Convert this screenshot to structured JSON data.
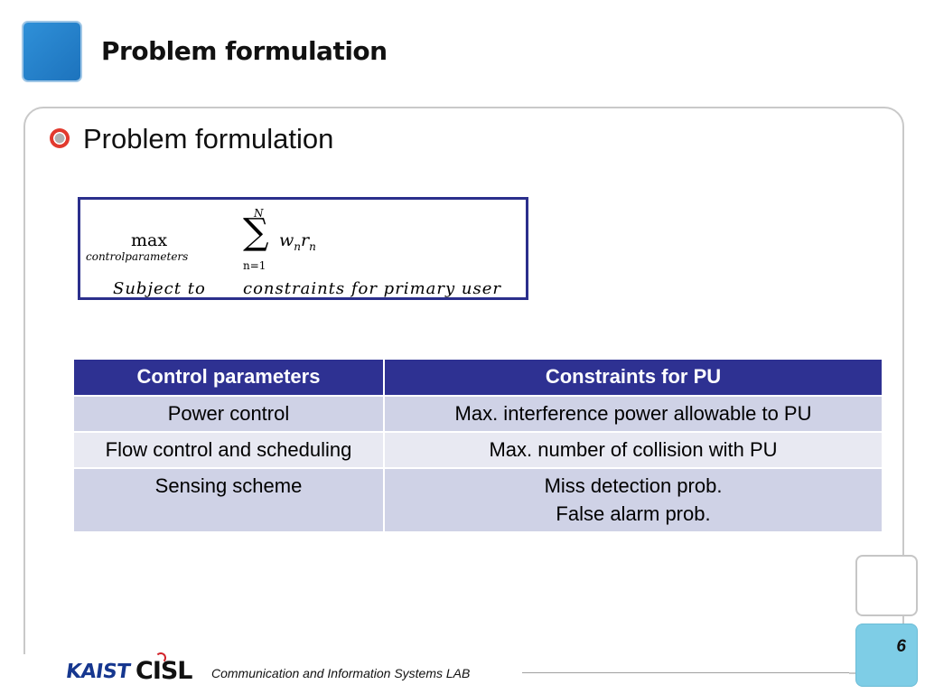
{
  "header": {
    "title": "Problem formulation"
  },
  "bullet": {
    "text": "Problem formulation"
  },
  "formula": {
    "max_label": "max",
    "max_subscript": "controlparameters",
    "sum_upper": "N",
    "sum_symbol": "∑",
    "sum_lower": "n=1",
    "summand_w": "w",
    "summand_w_sub": "n",
    "summand_r": "r",
    "summand_r_sub": "n",
    "subject_to": "Subject to",
    "constraints": "constraints for primary user"
  },
  "table": {
    "headers": [
      "Control parameters",
      "Constraints for PU"
    ],
    "rows": [
      {
        "param": "Power control",
        "constraint_lines": [
          "Max. interference power allowable to PU"
        ]
      },
      {
        "param": "Flow control and scheduling",
        "constraint_lines": [
          "Max. number of collision with PU"
        ]
      },
      {
        "param": "Sensing scheme",
        "constraint_lines": [
          "Miss detection prob.",
          "False alarm prob."
        ]
      }
    ]
  },
  "footer": {
    "logo_kaist": "KAIST",
    "logo_cisl": "CISL",
    "lab_name": "Communication and Information Systems LAB",
    "page_number": "6"
  },
  "colors": {
    "header_blue": "#2e3192",
    "row_dark": "#cfd2e6",
    "row_light": "#e8e9f2",
    "accent_red": "#e23a2e",
    "page_box": "#7ecde6"
  }
}
